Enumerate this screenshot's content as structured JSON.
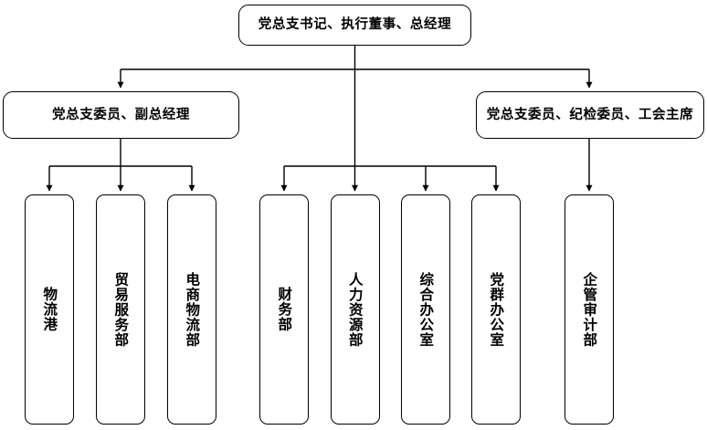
{
  "chart_data": {
    "type": "diagram",
    "title": "",
    "diagram_kind": "organizational-hierarchy-chart",
    "orientation": "top-down",
    "levels": 3,
    "node_count": 11,
    "edge_style": "orthogonal-elbow-with-arrowheads",
    "arrow_direction": "downward",
    "colors": {
      "node_border": "#000000",
      "node_fill": "#ffffff",
      "connector": "#000000",
      "text": "#000000",
      "background": "#ffffff"
    }
  },
  "root": {
    "id": "root",
    "label": "党总支书记、执行董事、总经理"
  },
  "level2": [
    {
      "id": "deputy-gm",
      "label": "党总支委员、副总经理"
    },
    {
      "id": "discipline-union",
      "label": "党总支委员、纪检委员、工会主席"
    }
  ],
  "departments": [
    {
      "id": "dept-logistics-port",
      "label": "物流港",
      "parent": "deputy-gm"
    },
    {
      "id": "dept-trade-service",
      "label": "贸易服务部",
      "parent": "deputy-gm"
    },
    {
      "id": "dept-ecommerce-logistics",
      "label": "电商物流部",
      "parent": "deputy-gm"
    },
    {
      "id": "dept-finance",
      "label": "财务部",
      "parent": "root"
    },
    {
      "id": "dept-human-resources",
      "label": "人力资源部",
      "parent": "root"
    },
    {
      "id": "dept-general-office",
      "label": "综合办公室",
      "parent": "root"
    },
    {
      "id": "dept-party-mass-office",
      "label": "党群办公室",
      "parent": "root"
    },
    {
      "id": "dept-enterprise-audit",
      "label": "企管审计部",
      "parent": "discipline-union"
    }
  ]
}
